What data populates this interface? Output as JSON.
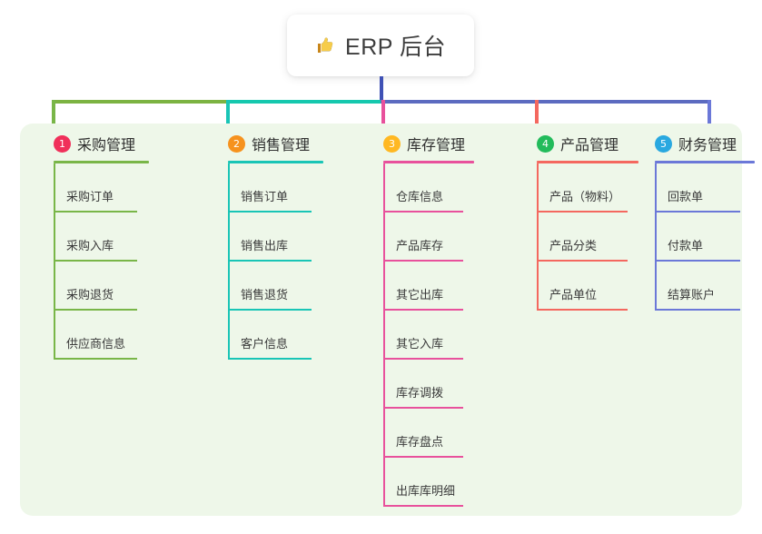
{
  "root": {
    "icon": "thumbs-up-icon",
    "title": "ERP 后台"
  },
  "colors": {
    "panel_background": "#eef7e9",
    "page_background": "#ffffff",
    "root_stem": "#3f51b5",
    "bus_left": "#7cb342",
    "bus_mid": "#15c8ae",
    "bus_right": "#5c6bc0",
    "text": "#3a3a3a"
  },
  "columns": [
    {
      "number": "1",
      "title": "采购管理",
      "badge_color": "#f0305a",
      "line_color": "#79b648",
      "items": [
        "采购订单",
        "采购入库",
        "采购退货",
        "供应商信息"
      ]
    },
    {
      "number": "2",
      "title": "销售管理",
      "badge_color": "#f6921e",
      "line_color": "#19c5b6",
      "items": [
        "销售订单",
        "销售出库",
        "销售退货",
        "客户信息"
      ]
    },
    {
      "number": "3",
      "title": "库存管理",
      "badge_color": "#ffb822",
      "line_color": "#e8519c",
      "items": [
        "仓库信息",
        "产品库存",
        "其它出库",
        "其它入库",
        "库存调拨",
        "库存盘点",
        "出库库明细"
      ]
    },
    {
      "number": "4",
      "title": "产品管理",
      "badge_color": "#22bb5b",
      "line_color": "#f4685f",
      "items": [
        "产品（物料）",
        "产品分类",
        "产品单位"
      ]
    },
    {
      "number": "5",
      "title": "财务管理",
      "badge_color": "#29a8e0",
      "line_color": "#6b78d8",
      "items": [
        "回款单",
        "付款单",
        "结算账户"
      ]
    }
  ]
}
